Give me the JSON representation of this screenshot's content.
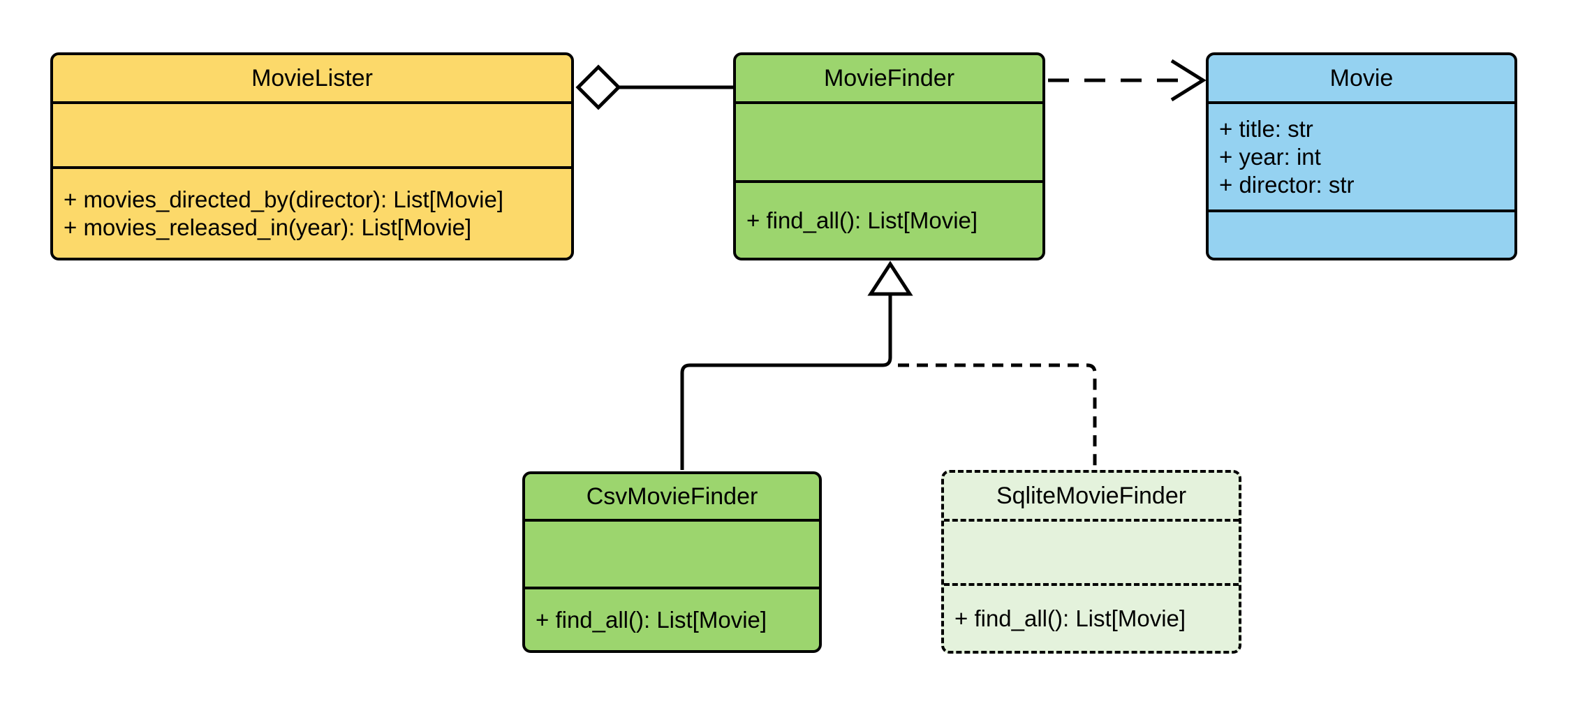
{
  "diagram_type": "uml-class-diagram",
  "classes": [
    {
      "name": "MovieLister",
      "attributes": [],
      "methods": [
        "+ movies_directed_by(director): List[Movie]",
        "+ movies_released_in(year): List[Movie]"
      ],
      "fill": "#FCD96A",
      "border_style": "solid"
    },
    {
      "name": "MovieFinder",
      "attributes": [],
      "methods": [
        "+ find_all(): List[Movie]"
      ],
      "fill": "#9CD56E",
      "border_style": "solid"
    },
    {
      "name": "Movie",
      "attributes": [
        "+ title: str",
        "+ year: int",
        "+ director: str"
      ],
      "methods": [],
      "fill": "#95D2F1",
      "border_style": "solid"
    },
    {
      "name": "CsvMovieFinder",
      "attributes": [],
      "methods": [
        "+ find_all(): List[Movie]"
      ],
      "fill": "#9CD56E",
      "border_style": "solid"
    },
    {
      "name": "SqliteMovieFinder",
      "attributes": [],
      "methods": [
        "+ find_all(): List[Movie]"
      ],
      "fill": "#E4F2DC",
      "border_style": "dashed"
    }
  ],
  "relationships": [
    {
      "type": "aggregation",
      "owner": "MovieLister",
      "part": "MovieFinder",
      "line": "solid",
      "marker": "hollow-diamond"
    },
    {
      "type": "dependency",
      "from": "MovieFinder",
      "to": "Movie",
      "line": "dashed",
      "marker": "open-arrow"
    },
    {
      "type": "inheritance",
      "child": "CsvMovieFinder",
      "parent": "MovieFinder",
      "line": "solid",
      "marker": "hollow-triangle"
    },
    {
      "type": "inheritance",
      "child": "SqliteMovieFinder",
      "parent": "MovieFinder",
      "line": "dashed",
      "marker": "hollow-triangle"
    }
  ],
  "colors": {
    "stroke": "#000000",
    "background": "#FFFFFF",
    "class_yellow": "#FCD96A",
    "class_green": "#9CD56E",
    "class_blue": "#95D2F1",
    "class_pale_green": "#E4F2DC"
  }
}
